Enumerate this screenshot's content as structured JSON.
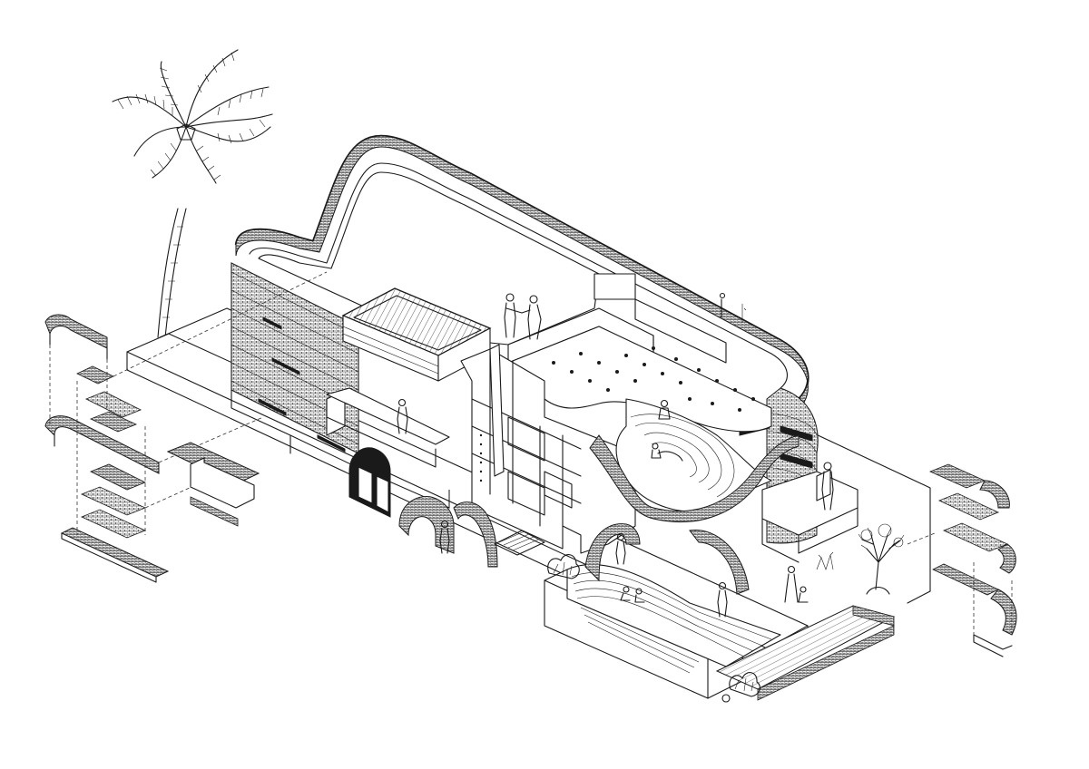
{
  "drawing": {
    "ink_color": "#1a1a1a",
    "paper_color": "#ffffff",
    "components": [
      {
        "name": "palm-tree"
      },
      {
        "name": "site-plinth"
      },
      {
        "name": "brick-ribbon-facade"
      },
      {
        "name": "roof-terrace"
      },
      {
        "name": "roof-pavilion"
      },
      {
        "name": "amphitheatre-seating"
      },
      {
        "name": "arched-entrances"
      },
      {
        "name": "entrance-steps"
      },
      {
        "name": "exploded-brick-details-left"
      },
      {
        "name": "exploded-brick-details-right"
      },
      {
        "name": "human-figures"
      },
      {
        "name": "shrubs-and-plants"
      }
    ]
  }
}
